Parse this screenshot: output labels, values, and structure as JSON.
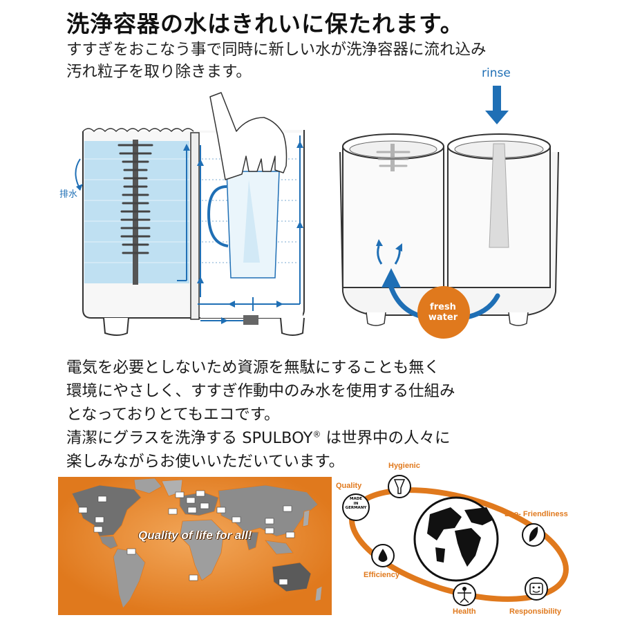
{
  "headline": "洗浄容器の水はきれいに保たれます。",
  "subtitle": {
    "line1": "すすぎをおこなう事で同時に新しい水が洗浄容器に流れ込み",
    "line2": "汚れ粒子を取り除きます。"
  },
  "diagram": {
    "drain_label": "排水",
    "rinse_label": "rinse",
    "fresh_water_line1": "fresh",
    "fresh_water_line2": "water"
  },
  "body": {
    "line1": "電気を必要としないため資源を無駄にすることも無く",
    "line2": "環境にやさしく、すすぎ作動中のみ水を使用する仕組み",
    "line3": "となっておりとてもエコです。",
    "line4_before": "清潔にグラスを洗浄する SPULBOY",
    "line4_mark": "®",
    "line4_after": " は世界中の人々に",
    "line5": "楽しみながらお使いいただいています。"
  },
  "map_panel": {
    "slogan": "Quality of life for all!"
  },
  "values": {
    "quality": "Quality",
    "hygienic": "Hygienic",
    "eco": "Eco- Friendliness",
    "efficiency": "Efficiency",
    "health": "Health",
    "responsibility": "Responsibility",
    "made_in_line1": "MADE",
    "made_in_line2": "IN",
    "made_in_line3": "GERMANY"
  },
  "colors": {
    "accent_blue": "#1f6fb5",
    "accent_orange": "#e0791d",
    "water_blue": "#bfe0f2"
  }
}
